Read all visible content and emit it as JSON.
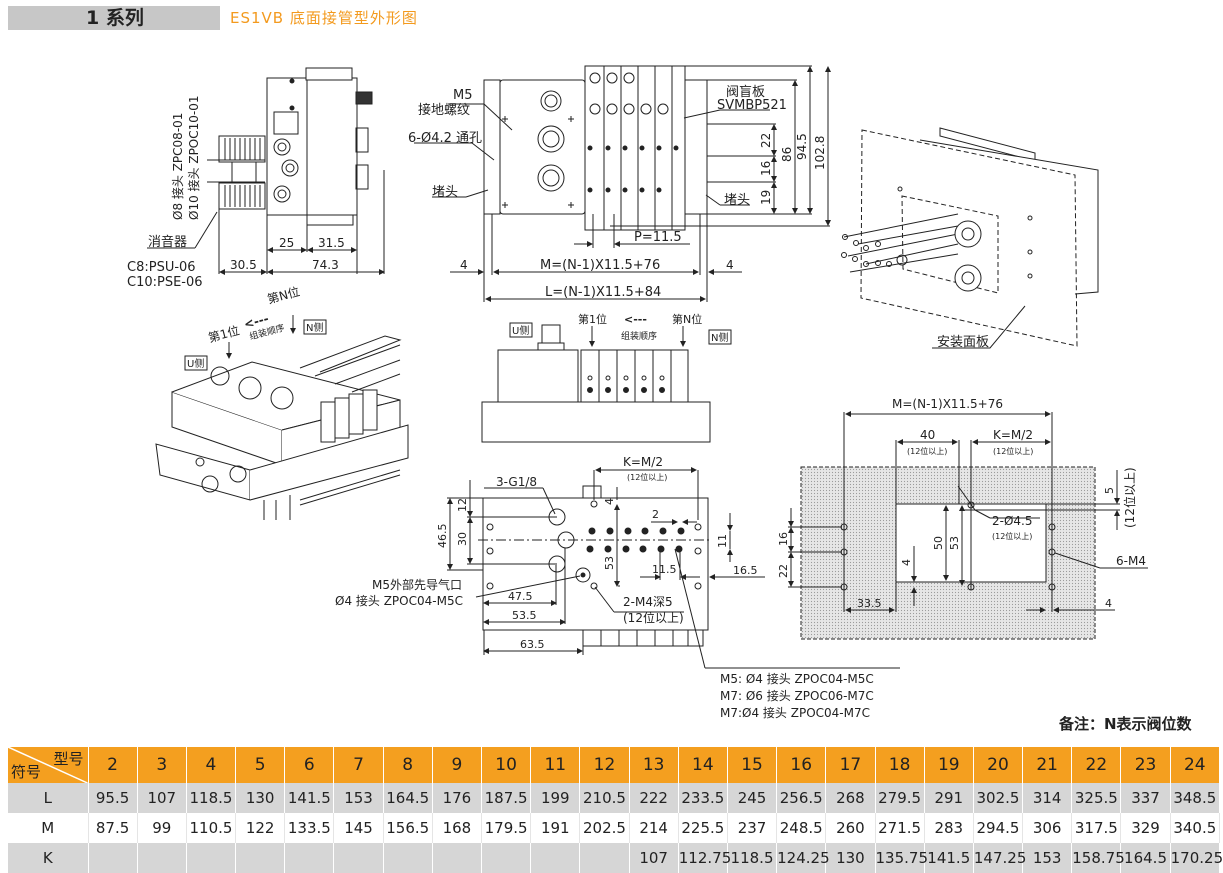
{
  "header": {
    "series": "1 系列",
    "title": "ES1VB   底面接管型外形图"
  },
  "side_view": {
    "fitting_label_1": "Ø8 接头  ZPC08-01",
    "fitting_label_2": "Ø10 接头  ZPOC10-01",
    "silencer_label": "消音器",
    "silencer_c8": "C8:PSU-06",
    "silencer_c10": "C10:PSE-06",
    "dim_25": "25",
    "dim_31_5": "31.5",
    "dim_30_5": "30.5",
    "dim_74_3": "74.3"
  },
  "front_view": {
    "m5_label": "M5",
    "ground_label": "接地螺纹",
    "hole_label": "6-Ø4.2 通孔",
    "plug_left": "堵头",
    "plug_right": "堵头",
    "blank_plate": "阀盲板",
    "blank_plate_model": "SVMBP521",
    "dim_22": "22",
    "dim_16": "16",
    "dim_19": "19",
    "dim_86": "86",
    "dim_94_5": "94.5",
    "dim_102_8": "102.8",
    "pitch": "P=11.5",
    "dim_4_left": "4",
    "dim_4_right": "4",
    "m_formula": "M=(N-1)X11.5+76",
    "l_formula": "L=(N-1)X11.5+84"
  },
  "iso_view": {
    "first_pos": "第1位",
    "arrow": "<---",
    "nth_pos": "第N位",
    "order": "组装顺序",
    "u_side": "U侧",
    "n_side": "N侧"
  },
  "top_view": {
    "u_side": "U侧",
    "first_pos": "第1位",
    "arrow": "<---",
    "nth_pos": "第N位",
    "order": "组装顺序",
    "n_side": "N侧"
  },
  "panel_view": {
    "panel_label": "安装面板"
  },
  "bottom_view": {
    "k_formula": "K=M/2",
    "k_note": "(12位以上)",
    "port_label": "3-G1/8",
    "dim_12": "12",
    "dim_46_5": "46.5",
    "dim_30": "30",
    "dim_2": "2",
    "dim_11": "11",
    "dim_53": "53",
    "dim_4": "4",
    "dim_11_5": "11.5",
    "dim_16_5": "16.5",
    "pilot_label": "M5外部先导气口",
    "pilot_fitting": "Ø4 接头 ZPOC04-M5C",
    "dim_47_5": "47.5",
    "dim_53_5": "53.5",
    "dim_63_5": "63.5",
    "m4_label": "2-M4深5",
    "m4_note": "(12位以上)",
    "fittings": [
      "M5: Ø4 接头 ZPOC04-M5C",
      "M7: Ø6 接头 ZPOC06-M7C",
      "M7:Ø4 接头 ZPOC04-M7C"
    ]
  },
  "cutout_view": {
    "m_formula": "M=(N-1)X11.5+76",
    "dim_40": "40",
    "note_40": "(12位以上)",
    "k_formula": "K=M/2",
    "note_k": "(12位以上)",
    "dim_5": "5",
    "note_5": "(12位以上)",
    "hole_label": "2-Ø4.5",
    "hole_note": "(12位以上)",
    "thread_label": "6-M4",
    "dim_16": "16",
    "dim_22": "22",
    "dim_50": "50",
    "dim_53": "53",
    "dim_4": "4",
    "dim_33_5": "33.5",
    "dim_4_right": "4"
  },
  "note": "备注：N表示阀位数",
  "table": {
    "corner_top": "型号",
    "corner_bottom": "符号",
    "columns": [
      "2",
      "3",
      "4",
      "5",
      "6",
      "7",
      "8",
      "9",
      "10",
      "11",
      "12",
      "13",
      "14",
      "15",
      "16",
      "17",
      "18",
      "19",
      "20",
      "21",
      "22",
      "23",
      "24"
    ],
    "rows": [
      {
        "label": "L",
        "values": [
          "95.5",
          "107",
          "118.5",
          "130",
          "141.5",
          "153",
          "164.5",
          "176",
          "187.5",
          "199",
          "210.5",
          "222",
          "233.5",
          "245",
          "256.5",
          "268",
          "279.5",
          "291",
          "302.5",
          "314",
          "325.5",
          "337",
          "348.5"
        ]
      },
      {
        "label": "M",
        "values": [
          "87.5",
          "99",
          "110.5",
          "122",
          "133.5",
          "145",
          "156.5",
          "168",
          "179.5",
          "191",
          "202.5",
          "214",
          "225.5",
          "237",
          "248.5",
          "260",
          "271.5",
          "283",
          "294.5",
          "306",
          "317.5",
          "329",
          "340.5"
        ]
      },
      {
        "label": "K",
        "values": [
          "",
          "",
          "",
          "",
          "",
          "",
          "",
          "",
          "",
          "",
          "",
          "107",
          "112.75",
          "118.5",
          "124.25",
          "130",
          "135.75",
          "141.5",
          "147.25",
          "153",
          "158.75",
          "164.5",
          "170.25"
        ]
      }
    ]
  },
  "colors": {
    "accent": "#f49f1f",
    "title": "#f39a1e",
    "header_gray": "#c7c7c7",
    "row_gray": "#d6d6d6"
  }
}
